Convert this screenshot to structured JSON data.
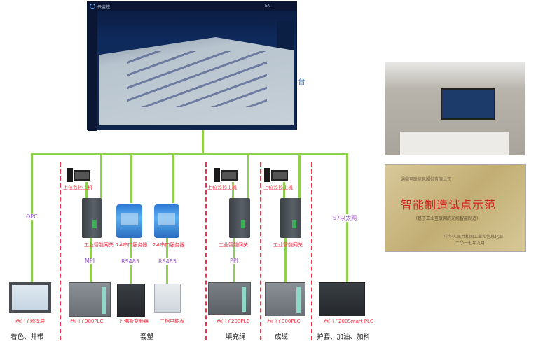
{
  "monitor": {
    "app_title": "云监控",
    "lang": "EN",
    "side_label": "台"
  },
  "branches": [
    {
      "protocol": "OPC",
      "device": "西门子触摸屏",
      "process": "着色、井带"
    },
    {
      "host": "上位监控主机",
      "gateway": "工业智能网关",
      "protocol": "MPI",
      "device": "西门子300PLC"
    },
    {
      "server": "1#串口服务器",
      "protocol": "RS485",
      "device": "丹佛斯变频器"
    },
    {
      "server": "2#串口服务器",
      "protocol": "RS485",
      "device": "三相电能表",
      "process": "套塑"
    },
    {
      "host": "上位监控主机",
      "gateway": "工业智能网关",
      "protocol": "PPI",
      "device": "西门子200PLC",
      "process": "填充绳"
    },
    {
      "host": "上位监控主机",
      "gateway": "工业智能网关",
      "device": "西门子300PLC",
      "process": "成缆"
    },
    {
      "protocol": "S7以太网",
      "device": "西门子200Smart PLC",
      "process": "护套、加油、加料"
    }
  ],
  "plaque": {
    "company": "通鼎互联信息股份有限公司",
    "title": "智能制造试点示范",
    "subtitle": "（基于工业互联网的光缆智能制造）",
    "issuer": "中华人民共和国工业和信息化部",
    "date": "二〇一七年九月"
  },
  "colors": {
    "bus": "#8fd14f",
    "divider": "#f0334a",
    "label": "#ee2a3c",
    "protocol": "#9a55c8"
  }
}
